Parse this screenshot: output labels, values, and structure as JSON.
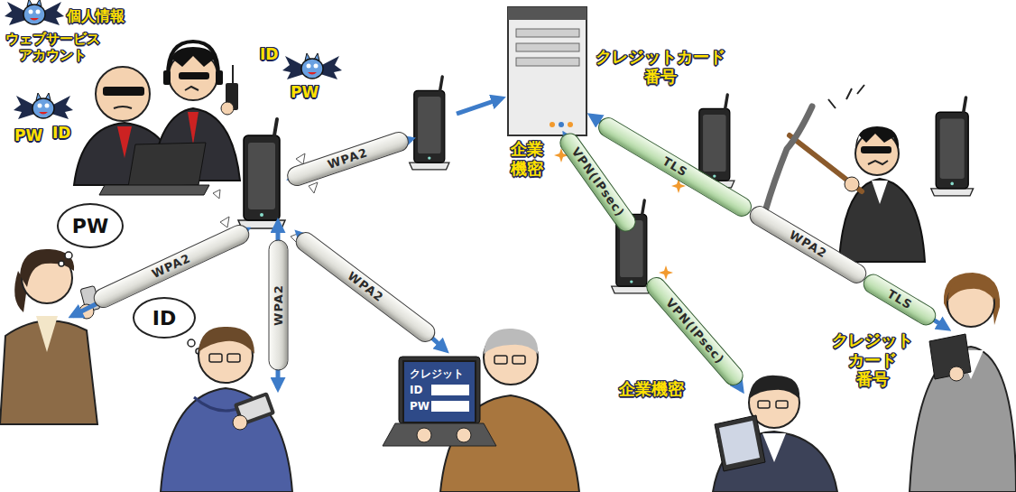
{
  "diagram": {
    "nodes": [
      {
        "text": [
          "PW"
        ]
      },
      {
        "text": [
          "ID"
        ]
      },
      {
        "text": [
          "クレジット",
          "ID",
          "PW"
        ]
      },
      {
        "text": [
          "WPA2"
        ]
      },
      {
        "text": [
          "WPA2"
        ]
      },
      {
        "text": [
          "WPA2"
        ]
      },
      {
        "text": [
          "WPA2"
        ]
      },
      {
        "text": [
          "TLS"
        ]
      },
      {
        "text": [
          "WPA2"
        ]
      },
      {
        "text": [
          "TLS"
        ]
      },
      {
        "text": [
          "VPN(IPsec)"
        ]
      },
      {
        "text": [
          "VPN(IPsec)"
        ]
      }
    ],
    "labels": [
      "個人情報",
      "ウェブサービス アカウント",
      "ID",
      "PW",
      "PW",
      "ID",
      "クレジットカード 番号",
      "企業 機密",
      "企業機密",
      "クレジット カード 番号"
    ]
  }
}
